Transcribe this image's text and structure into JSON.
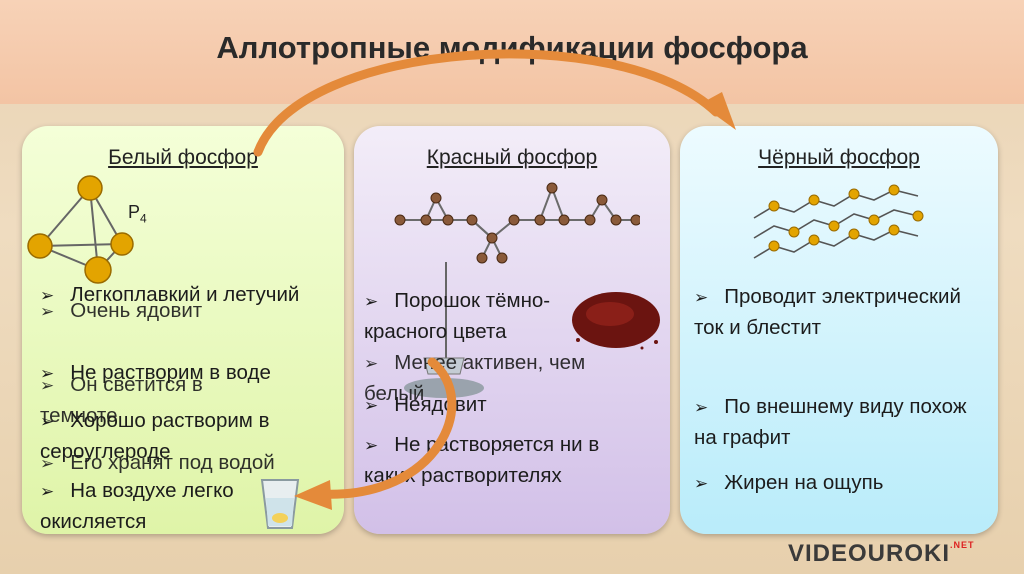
{
  "title": "Аллотропные модификации фосфора",
  "bullet_glyph": "➢",
  "white": {
    "heading": "Белый фосфор",
    "formula": "P",
    "formula_sub": "4",
    "items": [
      "Легкоплавкий и летучий",
      "Очень ядовит",
      "Не растворим в воде",
      "Он светится в темноте",
      "Хорошо растворим в сероуглероде",
      "Его хранят под водой",
      "На воздухе легко окисляется"
    ]
  },
  "red": {
    "heading": "Красный фосфор",
    "items": [
      "Порошок тёмно-красного цвета",
      "Менее активен, чем белый",
      "Неядовит",
      "Не растворяется ни в каких растворителях"
    ]
  },
  "black": {
    "heading": "Чёрный фосфор",
    "items": [
      "Проводит электрический ток и блестит",
      "По внешнему виду похож на графит",
      "Жирен на ощупь"
    ]
  },
  "logo": {
    "text": "VIDEOUROKI",
    "suffix": ".NET"
  },
  "colors": {
    "arrow": "#e48a3a",
    "atom": "#e3a400",
    "red_powder": "#6b1410"
  }
}
